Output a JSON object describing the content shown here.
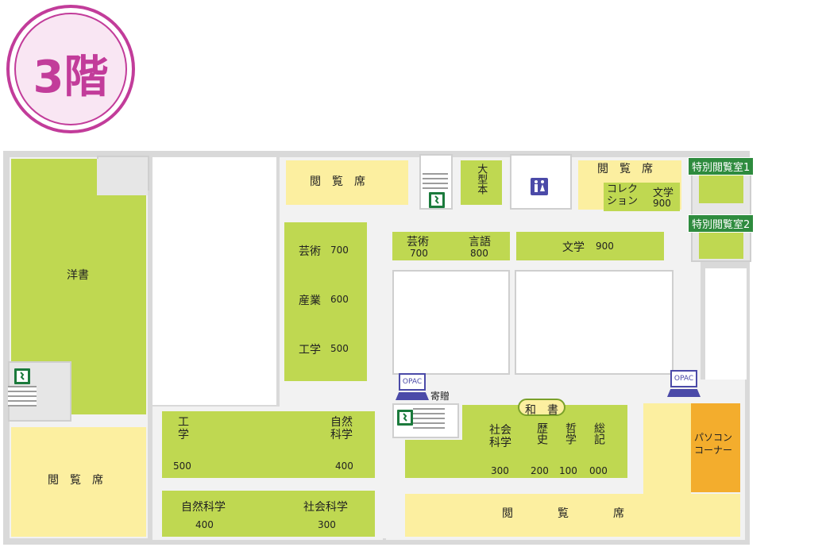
{
  "floor_badge": {
    "label": "3階",
    "color": "#c23c9a"
  },
  "rooms": {
    "yosho": "洋書",
    "reading_left": "閲　覧　席",
    "reading_top": "閲　覧　席",
    "reading_top_right": "閲　覧　席",
    "reading_bottom": "閲　　　　覧　　　　席",
    "large_books": "大型本",
    "collection": {
      "label": "コレク\nション",
      "subject": "文学",
      "number": "900"
    },
    "special_room_1": "特別閲覧室1",
    "special_room_2": "特別閲覧室2",
    "geijutsu": {
      "label": "芸術",
      "number": "700"
    },
    "sangyo": {
      "label": "産業",
      "number": "600"
    },
    "kogaku": {
      "label": "工学",
      "number": "500"
    },
    "geijutsu2": {
      "label": "芸術",
      "number": "700"
    },
    "gengo": {
      "label": "言語",
      "number": "800"
    },
    "bungaku": {
      "label": "文学",
      "number": "900"
    },
    "kogaku_block": {
      "label": "工\n学",
      "number": "500"
    },
    "shizen_block": {
      "label": "自然\n科学",
      "number": "400"
    },
    "shizenkagaku": {
      "label": "自然科学",
      "number": "400"
    },
    "shakaikagaku": {
      "label": "社会科学",
      "number": "300"
    },
    "washo": "和　書",
    "washo_cols": [
      {
        "label": "社会\n科学",
        "number": "300"
      },
      {
        "label": "歴史",
        "number": "200"
      },
      {
        "label": "哲学",
        "number": "100"
      },
      {
        "label": "総記",
        "number": "000"
      }
    ],
    "pc_corner": "パソコン\nコーナー",
    "donation": "寄贈",
    "opac": "OPAC"
  }
}
